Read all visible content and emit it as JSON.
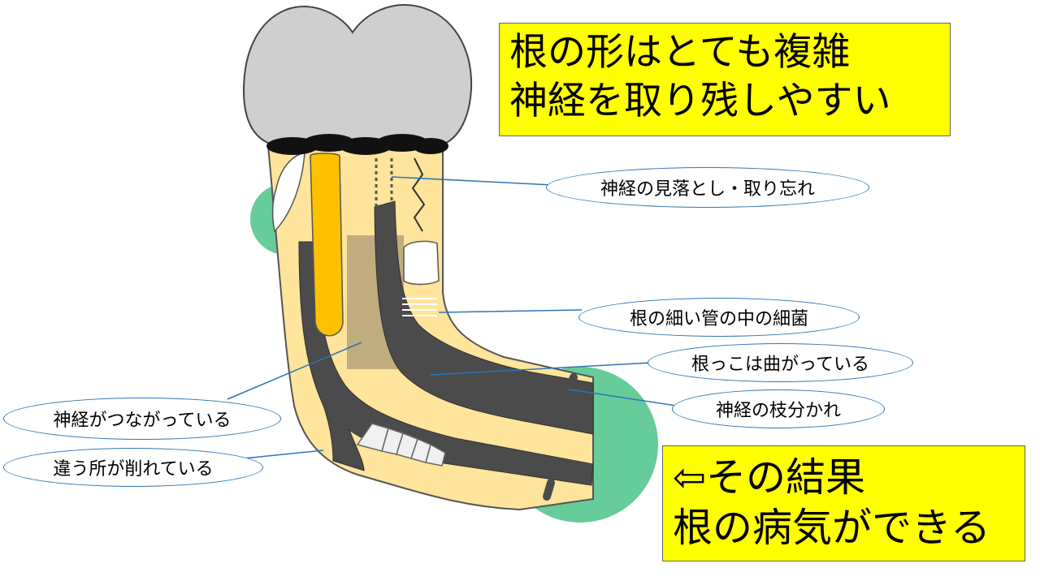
{
  "headline": {
    "line1": "根の形はとても複雑",
    "line2": "神経を取り残しやすい"
  },
  "result": {
    "line1": "⇦その結果",
    "line2": "根の病気ができる"
  },
  "callouts": {
    "missed_nerve": "神経の見落とし・取り忘れ",
    "bacteria_in_canal": "根の細い管の中の細菌",
    "curved_root": "根っこは曲がっている",
    "branching_nerve": "神経の枝分かれ",
    "connected_nerve": "神経がつながっている",
    "wrong_cut": "違う所が削れている"
  },
  "colors": {
    "highlight_box": "#ffff00",
    "crown": "#d0cfd0",
    "root": "#ffe49b",
    "canal": "#4b4b4b",
    "filling": "#ffc000",
    "lesion": "#66cc99",
    "callout_border": "#2e75b6"
  }
}
